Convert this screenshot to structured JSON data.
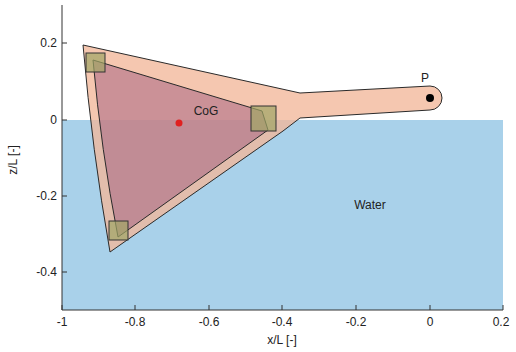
{
  "diagram": {
    "labels": [
      "0.2",
      "0",
      "-0.2",
      "-0.4",
      "-1",
      "-0.8",
      "-0.6",
      "-0.4",
      "-0.2",
      "0",
      "0.2",
      "P",
      "CoG",
      "Water",
      "x/L [-]",
      "z/L [-]"
    ]
  }
}
